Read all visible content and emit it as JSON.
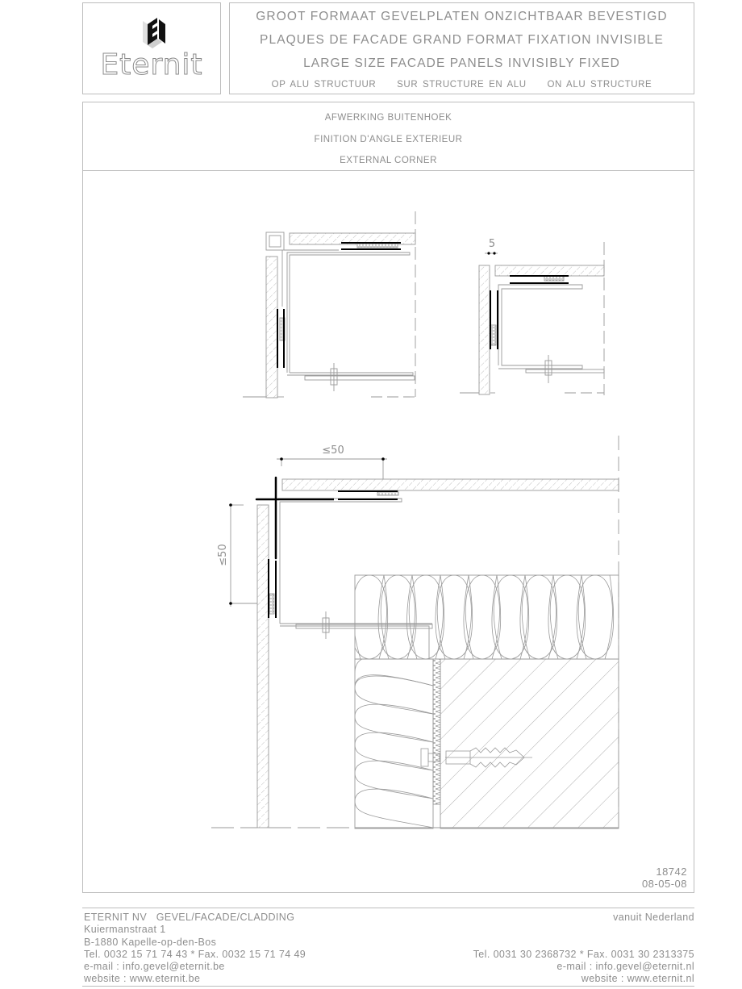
{
  "logo": {
    "brand": "Eternit",
    "icon": "eternit-e-block-icon"
  },
  "title_block": {
    "line_nl": "GROOT FORMAAT GEVELPLATEN ONZICHTBAAR BEVESTIGD",
    "line_fr": "PLAQUES DE FACADE GRAND FORMAT FIXATION INVISIBLE",
    "line_en": "LARGE SIZE FACADE PANELS INVISIBLY FIXED",
    "sub_nl": "OP ALU STRUCTUUR",
    "sub_fr": "SUR STRUCTURE EN ALU",
    "sub_en": "ON ALU STRUCTURE"
  },
  "detail_header": {
    "line_nl": "AFWERKING BUITENHOEK",
    "line_fr": "FINITION D'ANGLE EXTERIEUR",
    "line_en": "EXTERNAL CORNER"
  },
  "drawing": {
    "dimension_gap": "5",
    "dimension_horizontal": "≤50",
    "dimension_vertical": "≤50",
    "colors": {
      "line": "#9a9a9a",
      "profile": "#000000",
      "hatch": "#a8a8a8"
    }
  },
  "reference": {
    "number": "18742",
    "date": "08-05-08"
  },
  "footer": {
    "left": [
      "ETERNIT NV   GEVEL/FACADE/CLADDING",
      "Kuiermanstraat 1",
      "B-1880 Kapelle-op-den-Bos",
      "Tel. 0032 15 71 74 43 * Fax. 0032 15 71 74 49",
      "e-mail : info.gevel@eternit.be",
      "website : www.eternit.be"
    ],
    "right": [
      "vanuit Nederland",
      "",
      "",
      "Tel. 0031 30 2368732 * Fax. 0031 30 2313375",
      "e-mail : info.gevel@eternit.nl",
      "website : www.eternit.nl"
    ]
  }
}
